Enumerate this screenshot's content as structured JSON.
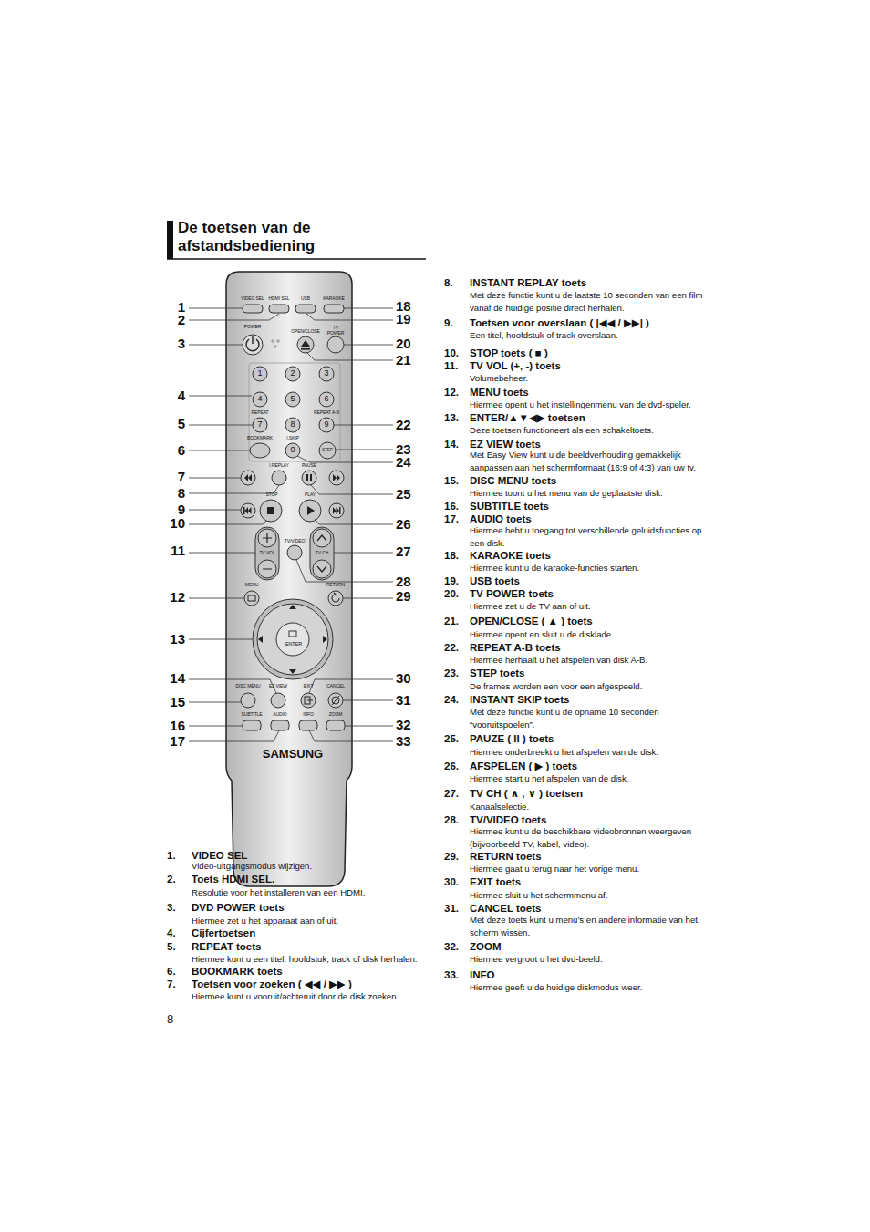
{
  "diagram": {
    "title": "De toetsen van de afstandsbediening",
    "labels": [
      "VIDEO SEL",
      "HDMI SEL",
      "USB",
      "KARAOKE",
      "POWER",
      "OPEN/CLOSE",
      "TV POWER",
      "1",
      "2",
      "3",
      "4",
      "5",
      "6",
      "REPEAT",
      "REPEAT A-B",
      "7",
      "8",
      "9",
      "BOOKMARK",
      "I.SKIP",
      "0",
      "STEP",
      "I.REPLAY",
      "PAUSE",
      "STOP",
      "PLAY",
      "TV VOL",
      "TV/VIDEO",
      "TV CH",
      "MENU",
      "RETURN",
      "ENTER",
      "DISC MENU",
      "EZ VIEW",
      "EXIT",
      "CANCEL",
      "SUBTITLE",
      "AUDIO",
      "INFO",
      "ZOOM",
      "SAMSUNG",
      "1",
      "2",
      "3",
      "4",
      "5",
      "6",
      "7",
      "8",
      "9",
      "10",
      "11",
      "12",
      "13",
      "14",
      "15",
      "16",
      "17",
      "18",
      "19",
      "20",
      "21",
      "22",
      "23",
      "24",
      "25",
      "26",
      "27",
      "28",
      "29",
      "30",
      "31",
      "32",
      "33",
      "1.",
      "VIDEO SEL",
      "Video-uitgangsmodus wijzigen.",
      "2.",
      "Toets HDMI SEL.",
      "Resolutie voor het installeren van een HDMI.",
      "3.",
      "DVD POWER toets",
      "Hiermee zet u het apparaat aan of uit.",
      "4.",
      "Cijfertoetsen",
      "5.",
      "REPEAT toets",
      "Hiermee kunt u een titel, hoofdstuk, track of disk herhalen.",
      "6.",
      "BOOKMARK toets",
      "7.",
      "Toetsen voor zoeken ( ◀◀ / ▶▶ )",
      "Hiermee kunt u vooruit/achteruit door de disk zoeken.",
      "8.",
      "INSTANT REPLAY toets",
      "Met deze functie kunt u de laatste 10 seconden van een film vanaf de huidige positie direct herhalen.",
      "9.",
      "Toetsen voor overslaan ( |◀◀ / ▶▶| )",
      "Een titel, hoofdstuk of track overslaan.",
      "10.",
      "STOP toets ( ■ )",
      "11.",
      "TV VOL (+, -) toets",
      "Volumebeheer.",
      "12.",
      "MENU toets",
      "Hiermee opent u het instellingenmenu van de dvd-speler.",
      "13.",
      "ENTER/▲▼◀▶ toetsen",
      "Deze toetsen functioneert als een schakeltoets.",
      "14.",
      "EZ VIEW toets",
      "Met Easy View kunt u de beeldverhouding gemakkelijk aanpassen aan het schermformaat (16:9 of 4:3) van uw tv.",
      "15.",
      "DISC MENU toets",
      "Hiermee toont u het menu van de geplaatste disk.",
      "16.",
      "SUBTITLE toets",
      "17.",
      "AUDIO toets",
      "Hiermee hebt u toegang tot verschillende geluidsfuncties op een disk.",
      "18.",
      "KARAOKE toets",
      "Hiermee kunt u de karaoke-functies starten.",
      "19.",
      "USB toets",
      "20.",
      "TV POWER toets",
      "Hiermee zet u de TV aan of uit.",
      "21.",
      "OPEN/CLOSE ( ▲ ) toets",
      "Hiermee opent en sluit u de disklade.",
      "22.",
      "REPEAT A-B toets",
      "Hiermee herhaalt u het afspelen van disk A-B.",
      "23.",
      "STEP toets",
      "De frames worden een voor een afgespeeld.",
      "24.",
      "INSTANT SKIP toets",
      "Met deze functie kunt u de opname 10 seconden “vooruitspoelen”.",
      "25.",
      "PAUZE ( II ) toets",
      "Hiermee onderbreekt u het afspelen van de disk.",
      "26.",
      "AFSPELEN ( ▶ ) toets",
      "Hiermee start u het afspelen van de disk.",
      "27.",
      "TV CH ( ∧ , ∨ ) toetsen",
      "Kanaalselectie.",
      "28.",
      "TV/VIDEO toets",
      "Hiermee kunt u de beschikbare videobronnen weergeven (bijvoorbeeld TV, kabel, video).",
      "29.",
      "RETURN toets",
      "Hiermee gaat u terug naar het vorige menu.",
      "30.",
      "EXIT toets",
      "Hiermee sluit u het schermmenu af.",
      "31.",
      "CANCEL toets",
      "Met deze toets kunt u menu’s en andere informatie van het scherm wissen.",
      "32.",
      "ZOOM",
      "Hiermee vergroot u het dvd-beeld.",
      "33.",
      "INFO",
      "Hiermee geeft u de huidige diskmodus weer.",
      "8"
    ]
  }
}
